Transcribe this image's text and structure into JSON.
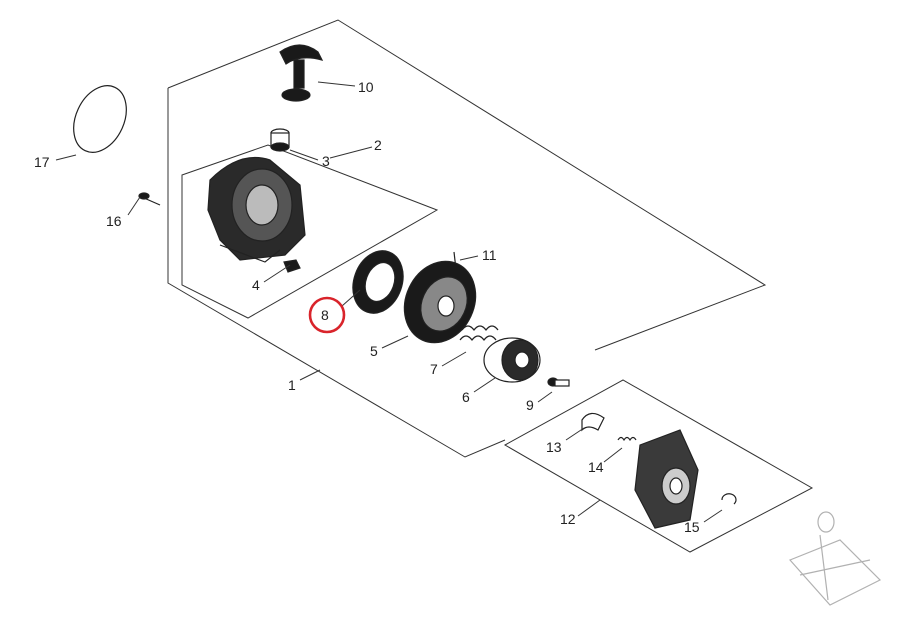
{
  "callouts": [
    {
      "id": "1",
      "label": "1"
    },
    {
      "id": "2",
      "label": "2"
    },
    {
      "id": "3",
      "label": "3"
    },
    {
      "id": "4",
      "label": "4"
    },
    {
      "id": "5",
      "label": "5"
    },
    {
      "id": "6",
      "label": "6"
    },
    {
      "id": "7",
      "label": "7"
    },
    {
      "id": "8",
      "label": "8"
    },
    {
      "id": "9",
      "label": "9"
    },
    {
      "id": "10",
      "label": "10"
    },
    {
      "id": "11",
      "label": "11"
    },
    {
      "id": "12",
      "label": "12"
    },
    {
      "id": "13",
      "label": "13"
    },
    {
      "id": "14",
      "label": "14"
    },
    {
      "id": "15",
      "label": "15"
    },
    {
      "id": "16",
      "label": "16"
    },
    {
      "id": "17",
      "label": "17"
    }
  ],
  "highlighted_callout": "8",
  "colors": {
    "highlight": "#d9242b",
    "line": "#333333",
    "part_fill": "#1a1a1a"
  }
}
